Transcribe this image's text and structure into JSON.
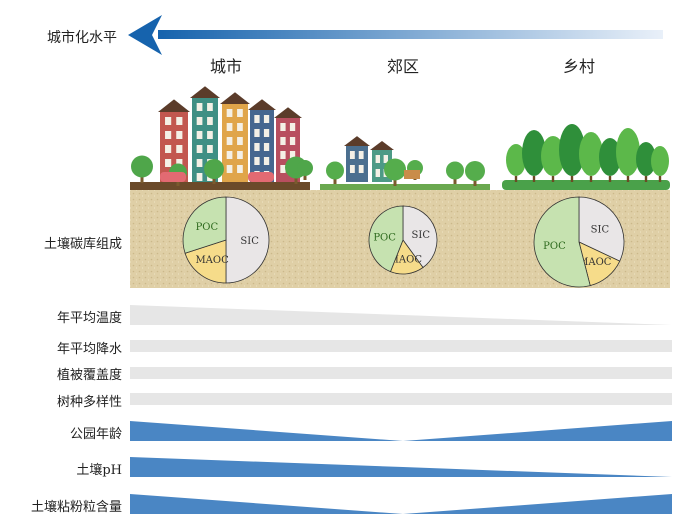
{
  "arrow": {
    "label": "城市化水平",
    "direction": "towards-urban"
  },
  "zones": [
    {
      "name": "城市"
    },
    {
      "name": "郊区"
    },
    {
      "name": "乡村"
    }
  ],
  "soil_row": {
    "label": "土壤碳库组成",
    "pies": [
      {
        "zone": "城市",
        "slices": [
          {
            "name": "SIC",
            "value": 50
          },
          {
            "name": "MAOC",
            "value": 20
          },
          {
            "name": "POC",
            "value": 30
          }
        ]
      },
      {
        "zone": "郊区",
        "slices": [
          {
            "name": "SIC",
            "value": 40
          },
          {
            "name": "MAOC",
            "value": 16
          },
          {
            "name": "POC",
            "value": 44
          }
        ]
      },
      {
        "zone": "乡村",
        "slices": [
          {
            "name": "SIC",
            "value": 32
          },
          {
            "name": "MAOC",
            "value": 14
          },
          {
            "name": "POC",
            "value": 54
          }
        ]
      }
    ]
  },
  "gradients": [
    {
      "label": "年平均温度",
      "color": "#e6e6e6",
      "profile": [
        1,
        0.5,
        0
      ]
    },
    {
      "label": "年平均降水",
      "color": "#e6e6e6",
      "profile": [
        1,
        1,
        1
      ]
    },
    {
      "label": "植被覆盖度",
      "color": "#e6e6e6",
      "profile": [
        1,
        1,
        1
      ]
    },
    {
      "label": "树种多样性",
      "color": "#e6e6e6",
      "profile": [
        1,
        1,
        1
      ]
    },
    {
      "label": "公园年龄",
      "color": "#4a86c4",
      "profile": [
        1,
        0,
        1
      ]
    },
    {
      "label": "土壤pH",
      "color": "#4a86c4",
      "profile": [
        1,
        0.5,
        0
      ]
    },
    {
      "label": "土壤粘粉粒含量",
      "color": "#4a86c4",
      "profile": [
        1,
        0,
        1
      ]
    }
  ],
  "colors": {
    "arrow": "#1663ad",
    "soil": "#dfcfa6",
    "SIC": "#e9e6e7",
    "MAOC": "#f6dc8a",
    "POC": "#c6e2b0",
    "POC_text": "#2f6b1f"
  }
}
